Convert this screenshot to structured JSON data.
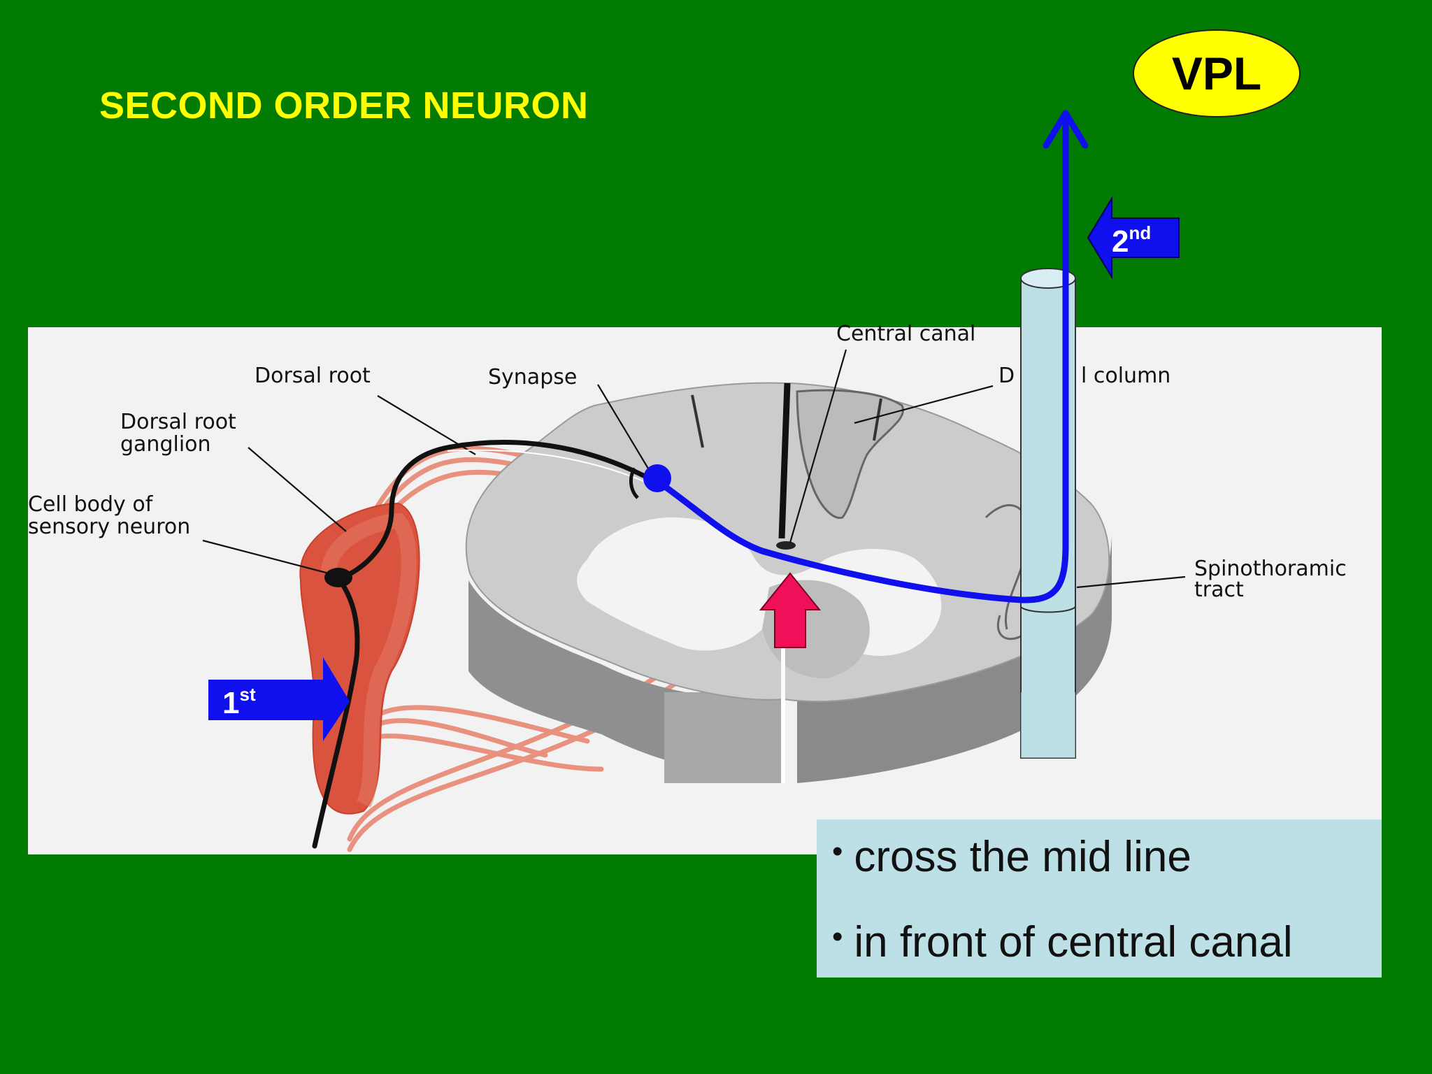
{
  "slide": {
    "title": "SECOND ORDER NEURON",
    "colors": {
      "background": "#027B03",
      "title": "#FFFF00",
      "pathway": "#1010EE",
      "midline_arrow": "#F0105A",
      "tract_column": "#BDE0E6",
      "label_box": "#BDE0E6"
    }
  },
  "diagram": {
    "labels": {
      "central_canal": "Central canal",
      "dorsal_root": "Dorsal root",
      "synapse": "Synapse",
      "dorsal_column_a": "D",
      "dorsal_column_b": "l column",
      "dorsal_root_ganglion_1": "Dorsal root",
      "dorsal_root_ganglion_2": "ganglion",
      "cell_body_1": "Cell body of",
      "cell_body_2": "sensory neuron",
      "spinothalamic_1": "Spinothoramic",
      "spinothalamic_2": "tract"
    },
    "destination": "VPL",
    "first_order": {
      "number": "1",
      "suffix": "st"
    },
    "second_order": {
      "number": "2",
      "suffix": "nd"
    }
  },
  "notes": {
    "bullets": [
      "cross the mid line",
      "in front of central canal"
    ],
    "bullet_glyph": "•"
  }
}
